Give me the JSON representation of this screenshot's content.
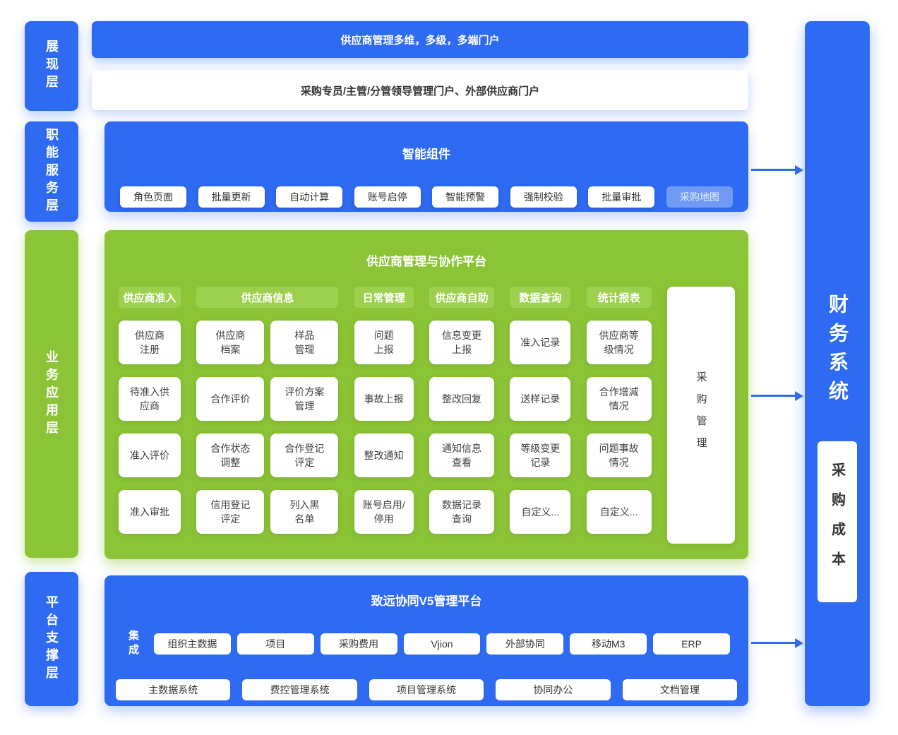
{
  "colors": {
    "blue": "#2e6bf2",
    "green": "#8cc437",
    "green_light": "#9ed04f"
  },
  "layers": [
    {
      "label": "展现层"
    },
    {
      "label": "职能服务层"
    },
    {
      "label": "业务应用层"
    },
    {
      "label": "平台支撑层"
    }
  ],
  "portal": {
    "top_banner": "供应商管理多维，多级，多端门户",
    "sub_banner": "采购专员/主管/分管领导管理门户、外部供应商门户"
  },
  "smart_components": {
    "title": "智能组件",
    "buttons": [
      "角色页面",
      "批量更新",
      "自动计算",
      "账号启停",
      "智能预警",
      "强制校验",
      "批量审批",
      "采购地图"
    ]
  },
  "platform": {
    "title": "供应商管理与协作平台",
    "side_panel": "采购管理",
    "columns": [
      {
        "header": "供应商准入",
        "items": [
          "供应商\n注册",
          "待准入供\n应商",
          "准入评价",
          "准入审批"
        ]
      },
      {
        "header": "供应商信息",
        "items": [
          "供应商\n档案",
          "样品\n管理",
          "合作评价",
          "评价方案\n管理",
          "合作状态\n调整",
          "合作登记\n评定",
          "信用登记\n评定",
          "列入黑\n名单"
        ]
      },
      {
        "header": "日常管理",
        "items": [
          "问题\n上报",
          "事故上报",
          "整改通知",
          "账号启用/\n停用"
        ]
      },
      {
        "header": "供应商自助",
        "items": [
          "信息变更\n上报",
          "整改回复",
          "通知信息\n查看",
          "数据记录\n查询"
        ]
      },
      {
        "header": "数据查询",
        "items": [
          "准入记录",
          "送样记录",
          "等级变更\n记录",
          "自定义..."
        ]
      },
      {
        "header": "统计报表",
        "items": [
          "供应商等\n级情况",
          "合作增减\n情况",
          "问题事故\n情况",
          "自定义..."
        ]
      }
    ]
  },
  "base_platform": {
    "title": "致远协同V5管理平台",
    "integration_label": "集成",
    "integration_items": [
      "组织主数据",
      "项目",
      "采购费用",
      "Vjion",
      "外部协同",
      "移动M3",
      "ERP"
    ],
    "systems": [
      "主数据系统",
      "费控管理系统",
      "项目管理系统",
      "协同办公",
      "文档管理"
    ]
  },
  "finance": {
    "title": "财务系统",
    "subtitle": "采购成本"
  }
}
